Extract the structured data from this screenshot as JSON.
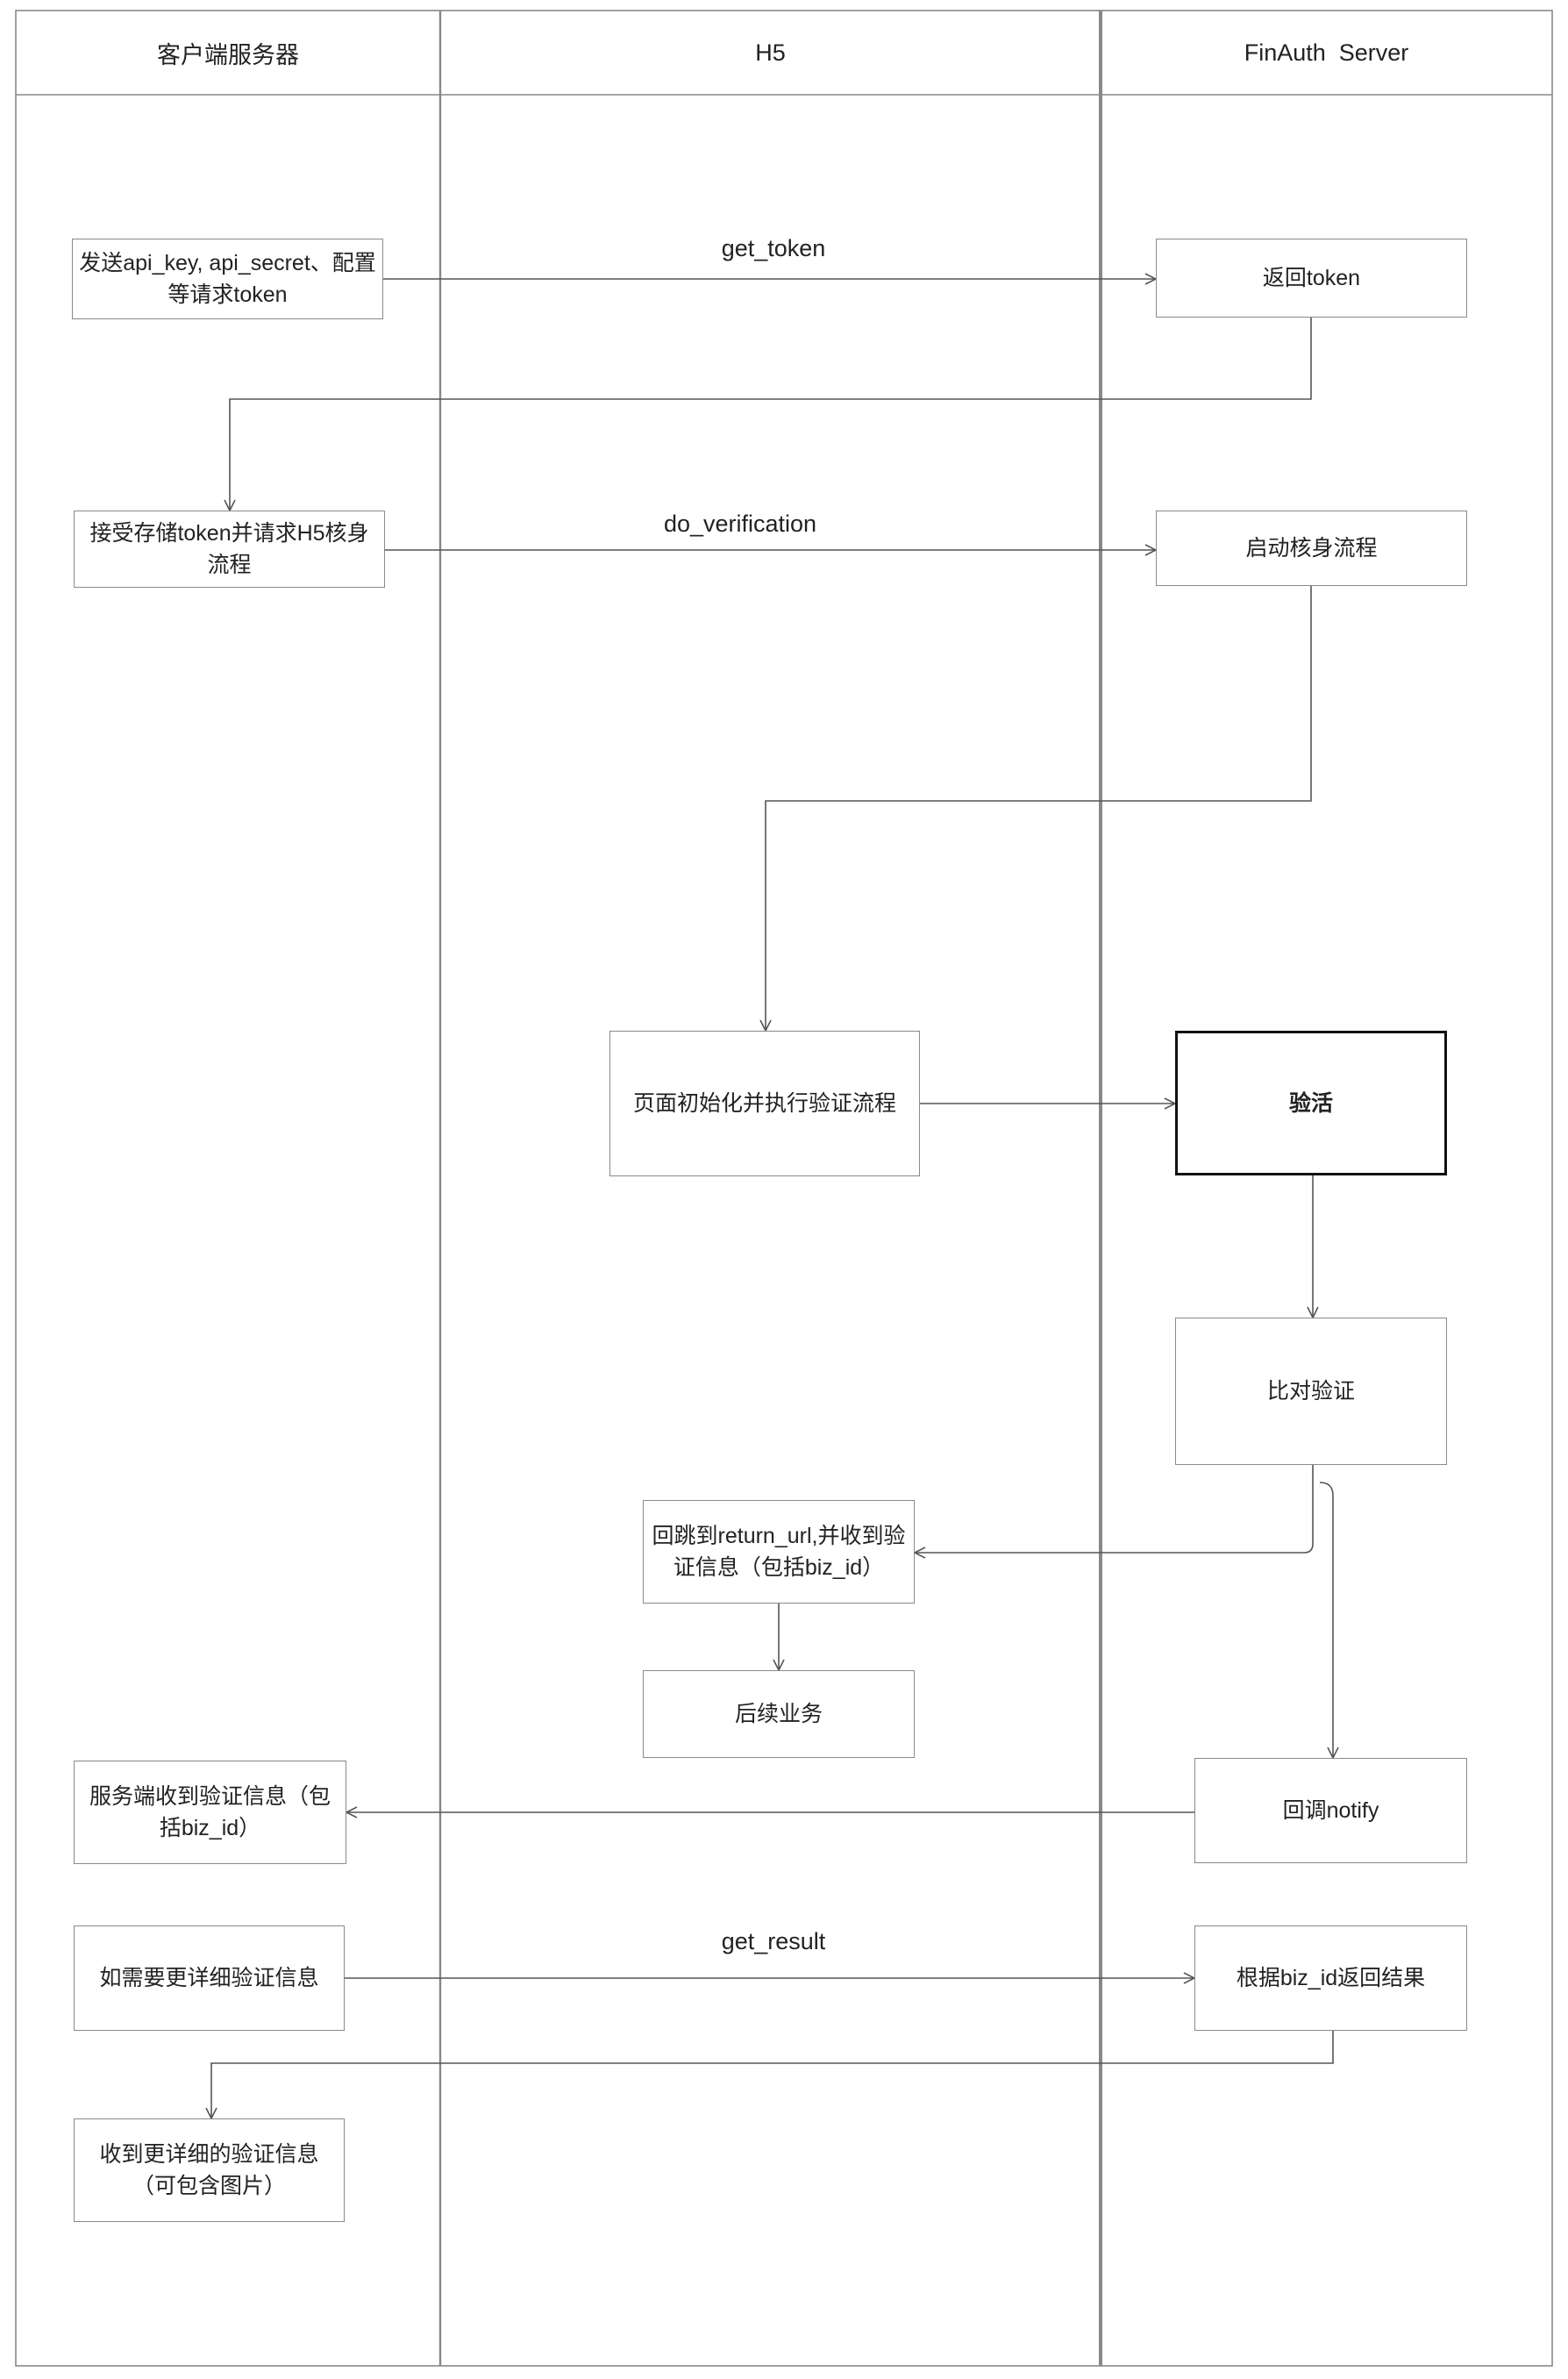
{
  "lanes": {
    "client": "客户端服务器",
    "h5": "H5",
    "server": "FinAuth  Server"
  },
  "nodes": {
    "send_key": "发送api_key, api_secret、配置等请求token",
    "return_token": "返回token",
    "store_token": "接受存储token并请求H5核身流程",
    "start_verify": "启动核身流程",
    "page_init": "页面初始化并执行验证流程",
    "liveness": "验活",
    "compare": "比对验证",
    "redirect": "回跳到return_url,并收到验证信息（包括biz_id）",
    "followup": "后续业务",
    "client_receive": "服务端收到验证信息（包括biz_id）",
    "notify": "回调notify",
    "need_detail": "如需要更详细验证信息",
    "return_result": "根据biz_id返回结果",
    "detail_received": "收到更详细的验证信息（可包含图片）"
  },
  "edge_labels": {
    "get_token": "get_token",
    "do_verification": "do_verification",
    "get_result": "get_result"
  },
  "colors": {
    "line": "#555555",
    "border": "#8a8a8a",
    "bold_border": "#111111"
  }
}
